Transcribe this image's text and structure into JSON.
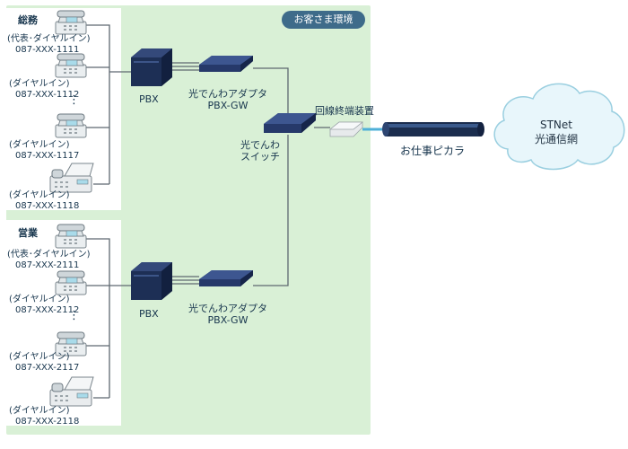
{
  "premises_label": "お客さま環境",
  "groups": [
    {
      "dept": "総務",
      "phones": [
        {
          "line1": "(代表･ダイヤルイン)",
          "line2": "087-XXX-1111"
        },
        {
          "line1": "(ダイヤルイン)",
          "line2": "087-XXX-1112"
        },
        {
          "line1": "(ダイヤルイン)",
          "line2": "087-XXX-1117"
        },
        {
          "line1": "(ダイヤルイン)",
          "line2": "087-XXX-1118"
        }
      ],
      "pbx": "PBX",
      "gw_line1": "光でんわアダプタ",
      "gw_line2": "PBX-GW"
    },
    {
      "dept": "営業",
      "phones": [
        {
          "line1": "(代表･ダイヤルイン)",
          "line2": "087-XXX-2111"
        },
        {
          "line1": "(ダイヤルイン)",
          "line2": "087-XXX-2112"
        },
        {
          "line1": "(ダイヤルイン)",
          "line2": "087-XXX-2117"
        },
        {
          "line1": "(ダイヤルイン)",
          "line2": "087-XXX-2118"
        }
      ],
      "pbx": "PBX",
      "gw_line1": "光でんわアダプタ",
      "gw_line2": "PBX-GW"
    }
  ],
  "ellipsis": "⋮",
  "switch": {
    "line1": "光でんわ",
    "line2": "スイッチ"
  },
  "onu_label": "回線終端装置",
  "fiber_label": "お仕事ピカラ",
  "cloud": {
    "line1": "STNet",
    "line2": "光通信網"
  },
  "colors": {
    "premises_bg": "#d9f0d6",
    "badge": "#3e6b8a",
    "device": "#1d2f55",
    "fiber": "#1b2d4e",
    "link": "#4fb0d8"
  }
}
